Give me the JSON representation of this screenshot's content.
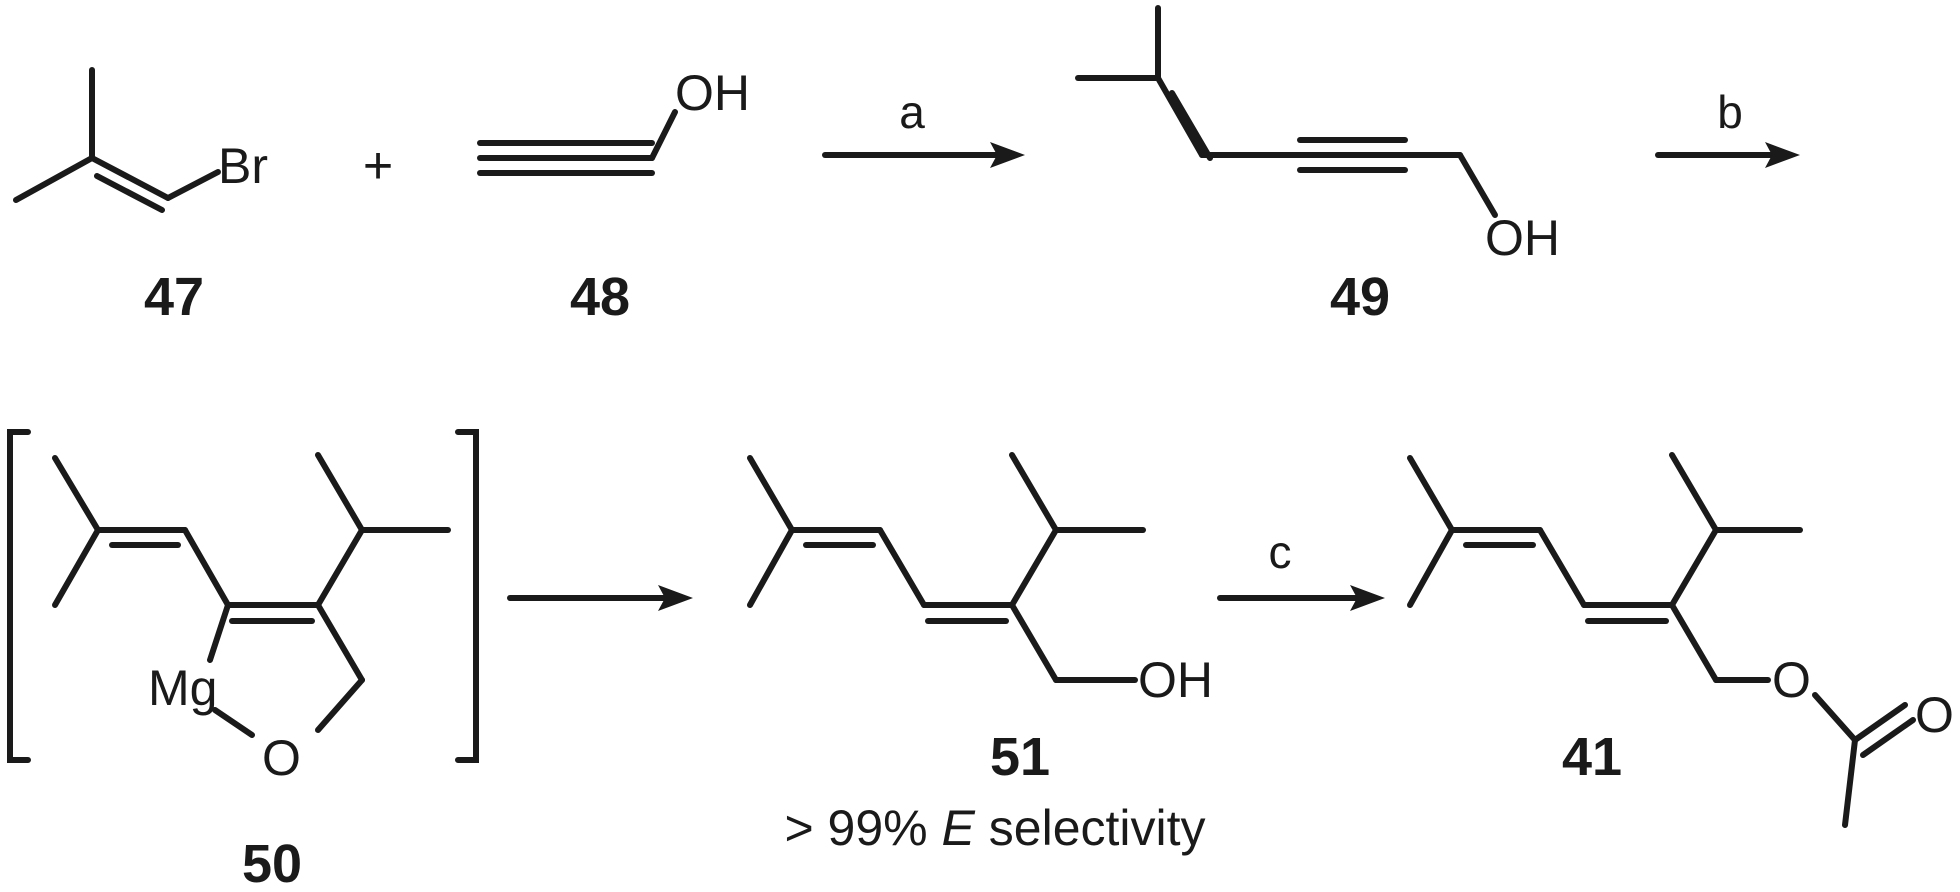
{
  "scheme": {
    "compounds": {
      "c47": {
        "number": "47",
        "atom_br": "Br"
      },
      "c48": {
        "number": "48",
        "atom_oh": "OH"
      },
      "c49": {
        "number": "49",
        "atom_oh": "OH"
      },
      "c50": {
        "number": "50",
        "atom_mg": "Mg",
        "atom_o": "O"
      },
      "c51": {
        "number": "51",
        "atom_oh": "OH",
        "note_prefix": "> 99% ",
        "note_italic": "E",
        "note_suffix": " selectivity"
      },
      "c41": {
        "number": "41",
        "atom_o1": "O",
        "atom_o2": "O"
      }
    },
    "plus": "+",
    "conditions": {
      "a": "a",
      "b": "b",
      "c": "c"
    }
  }
}
